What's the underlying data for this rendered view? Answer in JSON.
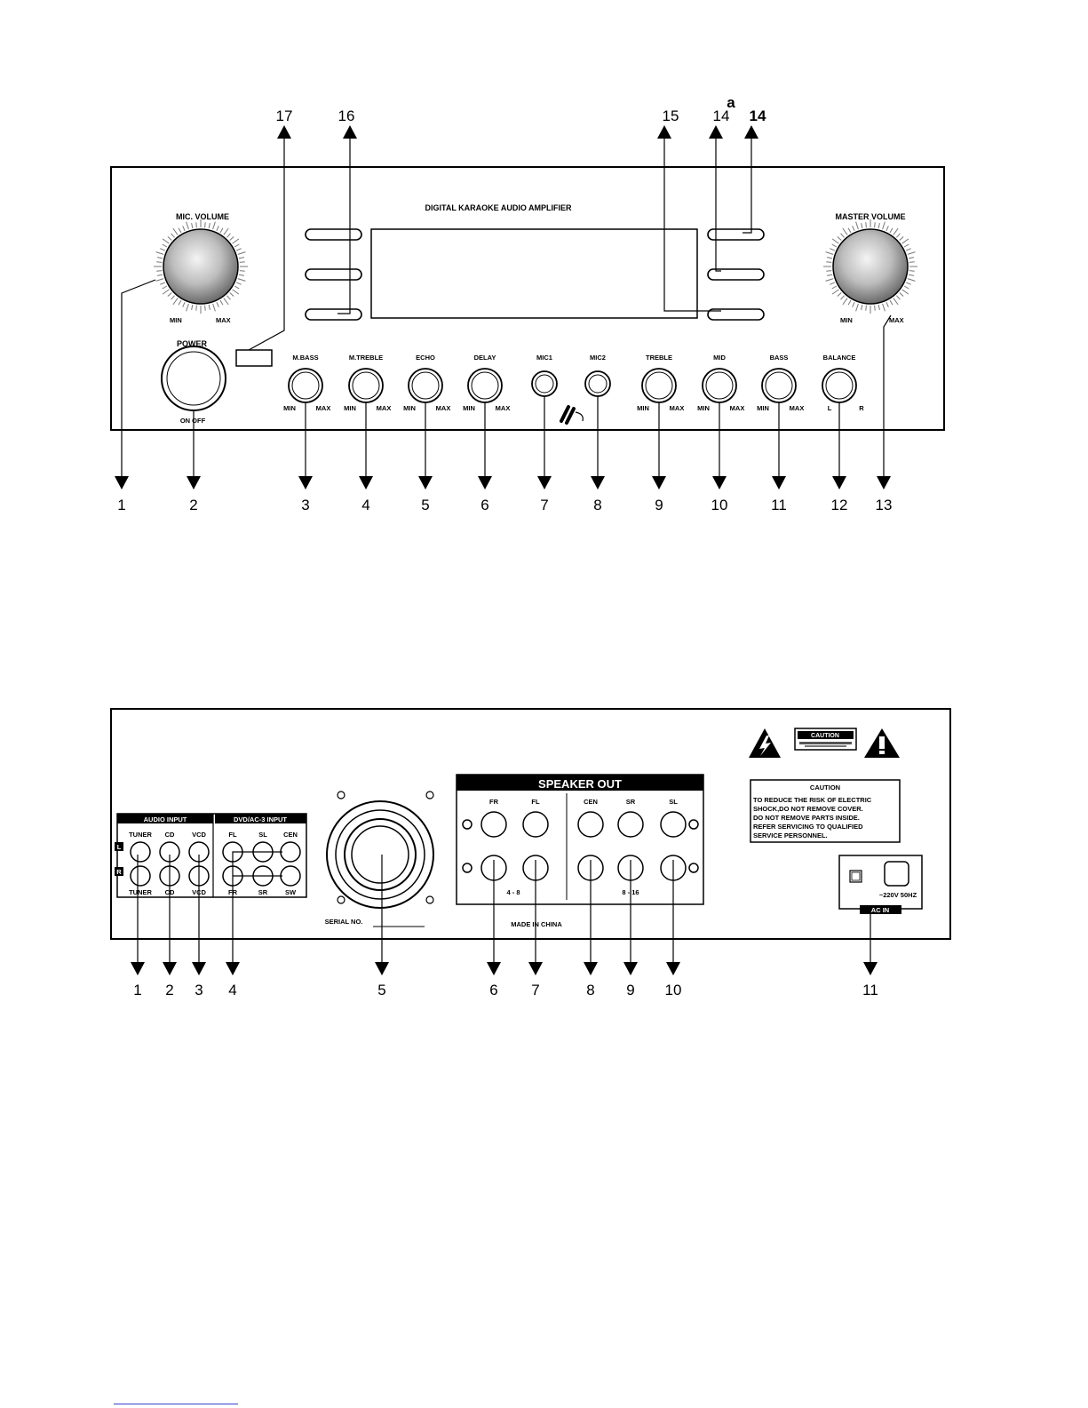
{
  "front": {
    "title": "DIGITAL KARAOKE AUDIO AMPLIFIER",
    "mic_volume": "MIC. VOLUME",
    "master_volume": "MASTER VOLUME",
    "power": "POWER",
    "power_onoff": "ON  OFF",
    "min": "MIN",
    "max": "MAX",
    "knobs": [
      {
        "label": "M.BASS"
      },
      {
        "label": "M.TREBLE"
      },
      {
        "label": "ECHO"
      },
      {
        "label": "DELAY"
      },
      {
        "label": "MIC1"
      },
      {
        "label": "MIC2"
      },
      {
        "label": "TREBLE"
      },
      {
        "label": "MID"
      },
      {
        "label": "BASS"
      },
      {
        "label": "BALANCE"
      }
    ],
    "balance_l": "L",
    "balance_r": "R",
    "top_callouts": [
      "17",
      "16",
      "15",
      "14",
      "14"
    ],
    "top_callout_a": "a",
    "bottom_callouts": [
      "1",
      "2",
      "3",
      "4",
      "5",
      "6",
      "7",
      "8",
      "9",
      "10",
      "11",
      "12",
      "13"
    ]
  },
  "rear": {
    "audio_input": "AUDIO INPUT",
    "dvd_input": "DVD/AC-3 INPUT",
    "channel_l": "L",
    "channel_r": "R",
    "audio_top": [
      "TUNER",
      "CD",
      "VCD"
    ],
    "audio_bottom": [
      "TUNER",
      "CD",
      "VCD"
    ],
    "dvd_top": [
      "FL",
      "SL",
      "CEN"
    ],
    "dvd_bottom": [
      "FR",
      "SR",
      "SW"
    ],
    "serial": "SERIAL NO.",
    "speaker_out": "SPEAKER OUT",
    "speaker_labels": [
      "FR",
      "FL",
      "CEN",
      "SR",
      "SL"
    ],
    "ohm_left": "4 - 8",
    "ohm_right": "8 - 16",
    "made_in": "MADE IN CHINA",
    "caution_badge": "CAUTION",
    "caution_title": "CAUTION",
    "caution_lines": [
      "TO REDUCE THE RISK OF ELECTRIC",
      "SHOCK,DO NOT REMOVE COVER.",
      "DO NOT REMOVE PARTS INSIDE.",
      "REFER SERVICING TO QUALIFIED",
      "SERVICE PERSONNEL."
    ],
    "ac_voltage": "~220V 50HZ",
    "ac_in": "AC IN",
    "bottom_callouts": [
      "1",
      "2",
      "3",
      "4",
      "5",
      "6",
      "7",
      "8",
      "9",
      "10",
      "11"
    ]
  }
}
